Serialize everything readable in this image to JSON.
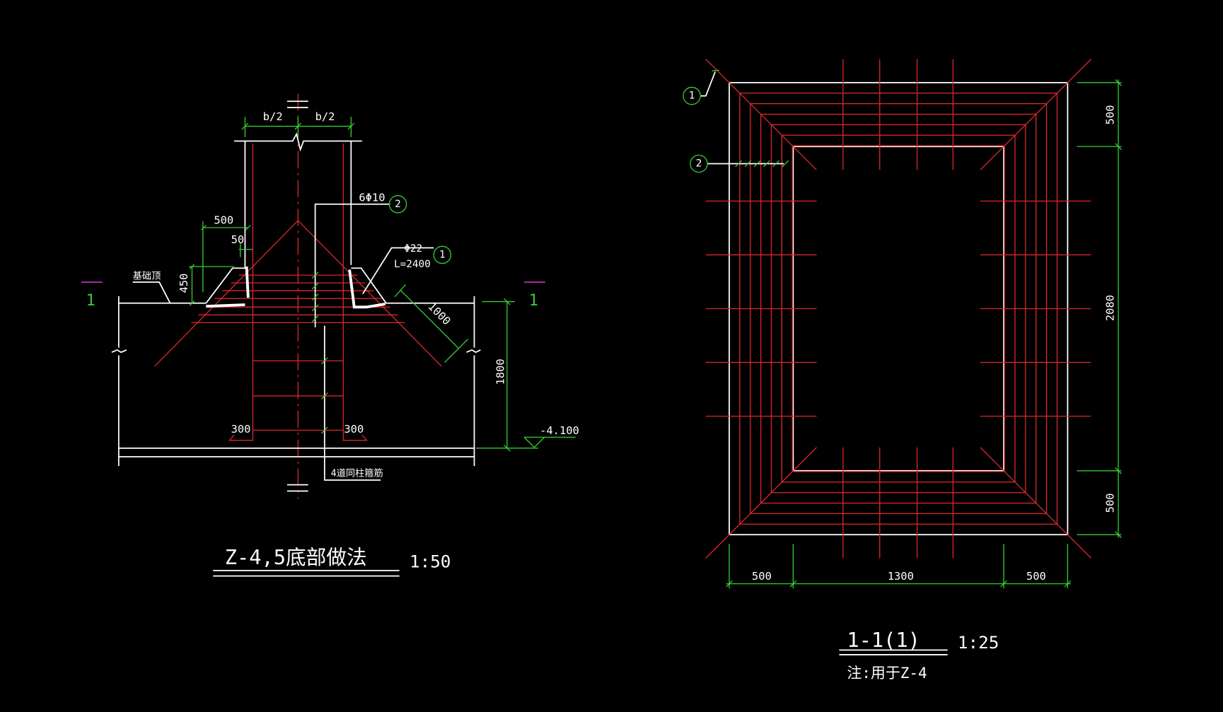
{
  "colors": {
    "background": "#000000",
    "outline": "#ffffff",
    "rebar": "#d8282a",
    "dimension": "#33cc33",
    "section_mark": "#cc33cc"
  },
  "left_detail": {
    "title": "Z-4,5底部做法",
    "scale": "1:50",
    "column_half_width_left": "b/2",
    "column_half_width_right": "b/2",
    "dim_500": "500",
    "dim_50": "50",
    "dim_450": "450",
    "dim_1000": "1000",
    "dim_1800": "1800",
    "dim_300_left": "300",
    "dim_300_right": "300",
    "elevation": "-4.100",
    "foundation_top_label": "基础顶",
    "stirrup_note": "4道同柱箍筋",
    "rebar_2_spec": "6Φ10",
    "rebar_2_marker": "2",
    "rebar_1_spec": "Φ22",
    "rebar_1_length": "L=2400",
    "rebar_1_marker": "1",
    "section_left": "1",
    "section_right": "1"
  },
  "right_detail": {
    "title": "1-1(1)",
    "scale": "1:25",
    "note": "注:用于Z-4",
    "marker_1": "1",
    "marker_2": "2",
    "dims_bottom": [
      "500",
      "1300",
      "500"
    ],
    "dims_right": [
      "500",
      "2080",
      "500"
    ]
  }
}
